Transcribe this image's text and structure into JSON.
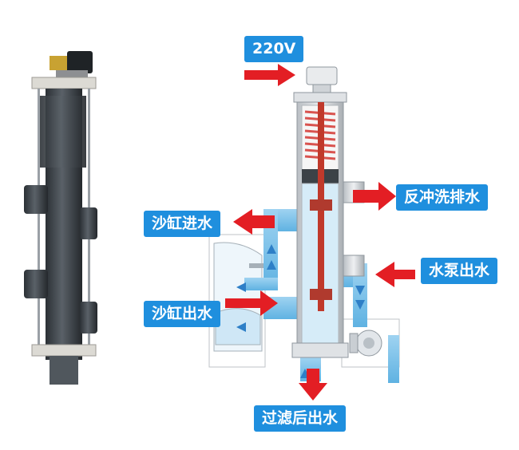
{
  "labels": {
    "voltage": "220V",
    "backwash_outlet": "反冲洗排水",
    "sand_tank_inlet": "沙缸进水",
    "pump_outlet": "水泵出水",
    "sand_tank_outlet": "沙缸出水",
    "filtered_outlet": "过滤后出水"
  },
  "colors": {
    "label_bg": "#1f8fde",
    "arrow": "#e31e24",
    "water": "#7fc4ea",
    "pipe_dark": "#3a4046"
  },
  "icons": [
    "red-arrow-icon",
    "water-drop-arrow-icon"
  ]
}
